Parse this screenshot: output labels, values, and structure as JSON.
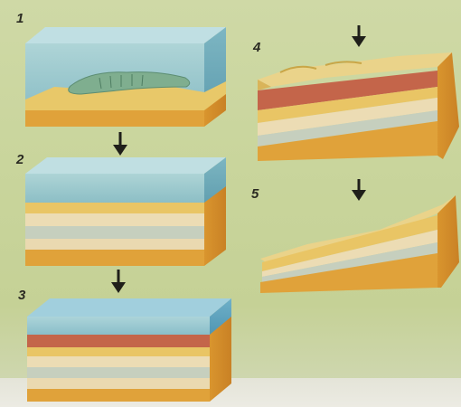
{
  "steps": [
    {
      "number": "1"
    },
    {
      "number": "2"
    },
    {
      "number": "3"
    },
    {
      "number": "4"
    },
    {
      "number": "5"
    }
  ],
  "colors": {
    "background": "#c9d59c",
    "water": "#8ec3d4",
    "sand": "#e6c25e",
    "red_layer": "#c4654a",
    "pale_layer": "#e8d9b4",
    "blue_gray_layer": "#b9c9c4",
    "side_face": "#d8962f",
    "fossil": "#7fae8f"
  },
  "arrow_icon": "down-arrow-icon"
}
